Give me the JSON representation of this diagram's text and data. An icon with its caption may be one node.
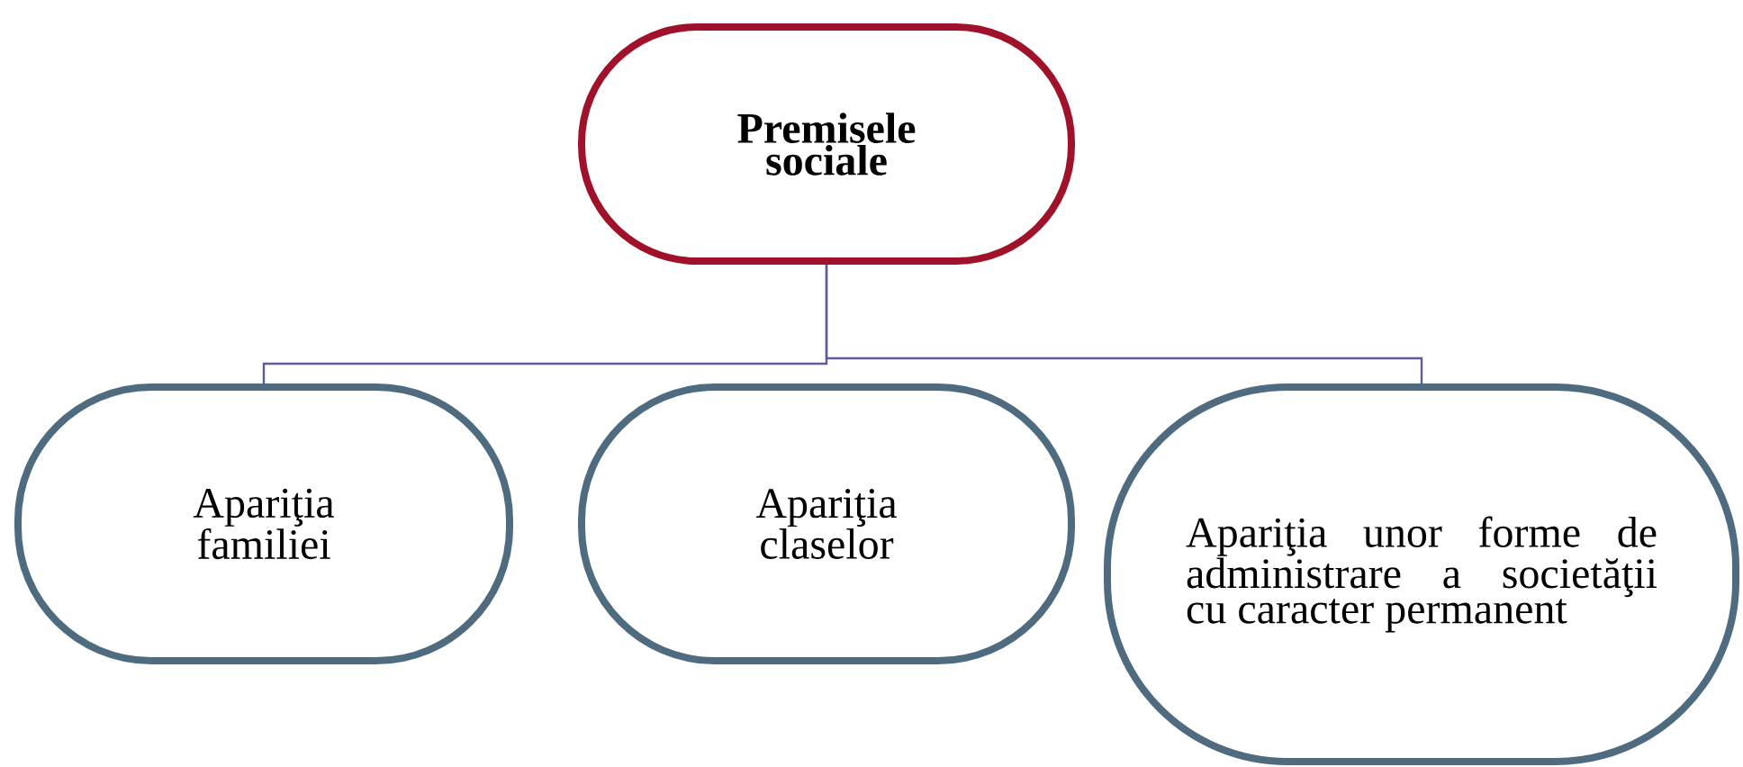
{
  "diagram": {
    "nodes": [
      {
        "text": [
          "Premisele sociale"
        ]
      },
      {
        "text": [
          "Apariţia familiei"
        ]
      },
      {
        "text": [
          "Apariţia claselor"
        ]
      },
      {
        "text": [
          "Apariţia unor forme de administrare a societăţii cu caracter permanent"
        ]
      }
    ],
    "edges": [
      {
        "from": 0,
        "to": 1,
        "arrow": "none"
      },
      {
        "from": 0,
        "to": 3,
        "arrow": "none"
      }
    ]
  }
}
